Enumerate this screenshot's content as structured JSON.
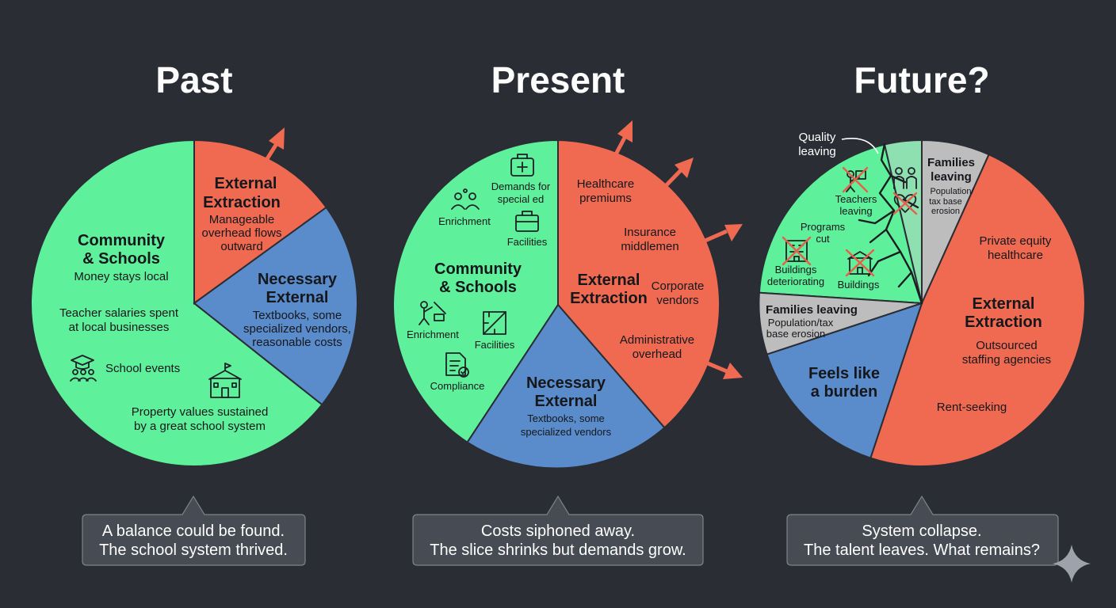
{
  "colors": {
    "background": "#2a2d34",
    "community": "#5ff09b",
    "extraction": "#f06a51",
    "necessary": "#5a8ccc",
    "families": "#bdbdbd",
    "quality": "#8fe0b0",
    "caption_bg": "#474b54"
  },
  "past": {
    "title": "Past",
    "extraction": {
      "title_1": "External",
      "title_2": "Extraction",
      "sub_1": "Manageable",
      "sub_2": "overhead flows",
      "sub_3": "outward"
    },
    "necessary": {
      "title_1": "Necessary",
      "title_2": "External",
      "sub_1": "Textbooks, some",
      "sub_2": "specialized vendors,",
      "sub_3": "reasonable costs"
    },
    "community": {
      "title_1": "Community",
      "title_2": "& Schools",
      "money": "Money stays local",
      "salaries_1": "Teacher salaries spent",
      "salaries_2": "at local businesses",
      "events": "School events",
      "property_1": "Property values sustained",
      "property_2": "by a great school system"
    },
    "caption_1": "A balance could be found.",
    "caption_2": "The school system thrived.",
    "icons": [
      "graduation-cap-icon",
      "people-group-icon",
      "school-building-icon"
    ]
  },
  "present": {
    "title": "Present",
    "extraction": {
      "healthcare_1": "Healthcare",
      "healthcare_2": "premiums",
      "insurance_1": "Insurance",
      "insurance_2": "middlemen",
      "title_1": "External",
      "title_2": "Extraction",
      "vendors_1": "Corporate",
      "vendors_2": "vendors",
      "admin_1": "Administrative",
      "admin_2": "overhead"
    },
    "necessary": {
      "title_1": "Necessary",
      "title_2": "External",
      "sub_1": "Textbooks, some",
      "sub_2": "specialized vendors"
    },
    "community": {
      "title_1": "Community",
      "title_2": "& Schools",
      "special_1": "Demands for",
      "special_2": "special ed",
      "enrichment_a": "Enrichment",
      "facilities_a": "Facilities",
      "enrichment_b": "Enrichment",
      "facilities_b": "Facilities",
      "compliance": "Compliance"
    },
    "caption_1": "Costs siphoned away.",
    "caption_2": "The slice shrinks but demands grow.",
    "icons": [
      "medical-kit-icon",
      "people-icon",
      "briefcase-icon",
      "teacher-icon",
      "blueprint-icon",
      "checklist-icon"
    ]
  },
  "future": {
    "title": "Future?",
    "quality_1": "Quality",
    "quality_2": "leaving",
    "community": {
      "teachers_1": "Teachers",
      "teachers_2": "leaving",
      "programs_1": "Programs",
      "programs_2": "cut",
      "deteriorating_1": "Buildings",
      "deteriorating_2": "deteriorating",
      "buildings": "Buildings"
    },
    "families_top": {
      "title_1": "Families",
      "title_2": "leaving",
      "sub_1": "Population/",
      "sub_2": "tax base",
      "sub_3": "erosion"
    },
    "families_mid": {
      "title": "Families leaving",
      "sub_1": "Population/tax",
      "sub_2": "base erosion"
    },
    "burden": {
      "title_1": "Feels like",
      "title_2": "a burden"
    },
    "extraction": {
      "equity_1": "Private equity",
      "equity_2": "healthcare",
      "title_1": "External",
      "title_2": "Extraction",
      "staffing_1": "Outsourced",
      "staffing_2": "staffing agencies",
      "rent": "Rent-seeking"
    },
    "caption_1": "System collapse.",
    "caption_2": "The talent leaves. What remains?",
    "icons": [
      "teacher-crossed-icon",
      "family-icon",
      "heart-crossed-icon",
      "building-crossed-icon",
      "school-crossed-icon",
      "sparkle-icon"
    ]
  }
}
